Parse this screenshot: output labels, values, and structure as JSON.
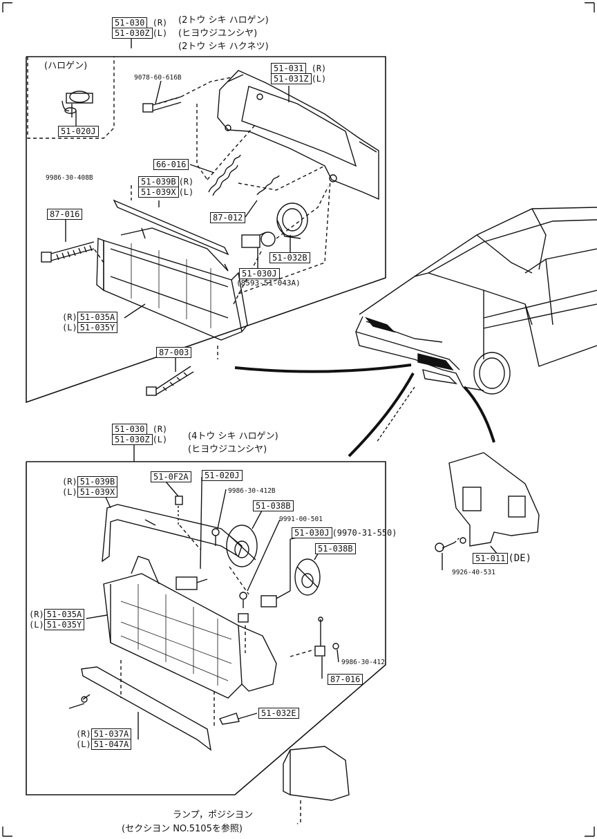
{
  "top_section": {
    "assembly_codes": [
      "51-030",
      "51-030Z"
    ],
    "assembly_sides": [
      "(R)",
      "(L)"
    ],
    "notes": [
      "(2トウ シキ ハロゲン)",
      "(ヒヨウジユンシヤ)",
      "(2トウ シキ ハクネツ)"
    ],
    "halogen_box_title": "(ハロゲン)",
    "bulb_code": "51-020J",
    "bolt_9078": "9078-60-616B",
    "bracket_codes": [
      "51-031",
      "51-031Z"
    ],
    "bracket_sides": [
      "(R)",
      "(L)"
    ],
    "spring_code": "66-016",
    "screw_9986": "9986-30-408B",
    "strip_codes": [
      "51-039B",
      "51-039X"
    ],
    "strip_sides": [
      "(R)",
      "(L)"
    ],
    "adjuster_87_016": "87-016",
    "adjuster_87_012": "87-012",
    "boot_code": "51-032B",
    "bulb2_code": "51-030J",
    "bulb2_alt": "(8593-51-043A)",
    "lens_sides": [
      "(R)",
      "(L)"
    ],
    "lens_codes": [
      "51-035A",
      "51-035Y"
    ],
    "screw_87_003": "87-003"
  },
  "bottom_section": {
    "assembly_codes": [
      "51-030",
      "51-030Z"
    ],
    "assembly_sides": [
      "(R)",
      "(L)"
    ],
    "notes": [
      "(4トウ シキ ハロゲン)",
      "(ヒヨウジユンシヤ)"
    ],
    "strip_sides": [
      "(R)",
      "(L)"
    ],
    "strip_codes": [
      "51-039B",
      "51-039X"
    ],
    "clip_code": "51-0F2A",
    "bulb_code": "51-020J",
    "screw_412b": "9986-30-412B",
    "cap_upper": "51-038B",
    "screw_9991": "9991-00-501",
    "bulb2_code": "51-030J",
    "bulb2_alt": "(9970-31-550)",
    "cap_lower": "51-038B",
    "lens_sides": [
      "(R)",
      "(L)"
    ],
    "lens_codes": [
      "51-035A",
      "51-035Y"
    ],
    "screw_412": "9986-30-412",
    "adjuster_code": "87-016",
    "seal_code": "51-032E",
    "panel_sides": [
      "(R)",
      "(L)"
    ],
    "panel_codes": [
      "51-037A",
      "51-047A"
    ]
  },
  "side_parts": {
    "cover_code": "51-011",
    "cover_suffix": "(DE)",
    "cover_screw": "9926-40-531"
  },
  "footer": {
    "line1": "ランプ，ポジシヨン",
    "line2": "(セクシヨン NO.5105を参照)"
  }
}
